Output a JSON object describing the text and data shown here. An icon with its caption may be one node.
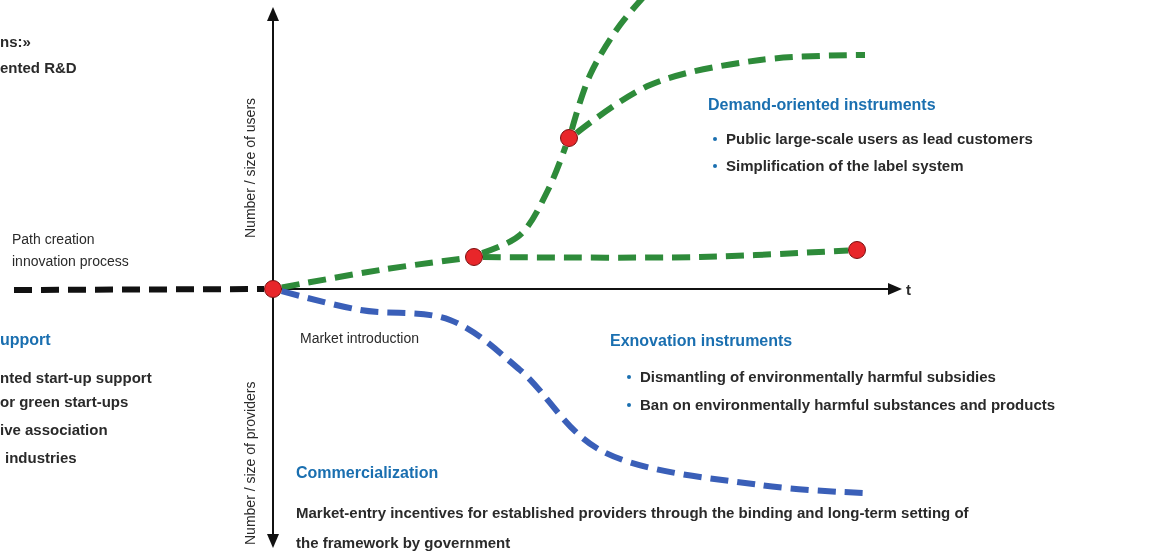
{
  "diagram": {
    "nodes": [
      {
        "text": [],
        "shape": "circle"
      },
      {
        "text": [],
        "shape": "circle"
      },
      {
        "text": [],
        "shape": "circle"
      },
      {
        "text": [],
        "shape": "circle"
      }
    ],
    "edges": [
      {
        "from": null,
        "to": 0,
        "arrow": "none",
        "color": "#111111"
      },
      {
        "from": 0,
        "to": 1,
        "arrow": "none",
        "color": "#2e8b3a"
      },
      {
        "from": 1,
        "to": 2,
        "arrow": "none",
        "color": "#2e8b3a"
      },
      {
        "from": 1,
        "to": 3,
        "arrow": "none",
        "color": "#2e8b3a"
      },
      {
        "from": 2,
        "to": null,
        "arrow": "none",
        "color": "#2e8b3a"
      },
      {
        "from": 2,
        "to": null,
        "arrow": "none",
        "color": "#2e8b3a"
      },
      {
        "from": 0,
        "to": null,
        "arrow": "none",
        "color": "#3a5fb8"
      }
    ],
    "labels": [
      "ns:»",
      "ented R&D",
      "Number / size of users",
      "Path creation innovation process",
      "t",
      "upport",
      "nted start-up support",
      "or green start-ups",
      "ive association",
      "industries",
      "Number / size of providers",
      "Market introduction",
      "Demand-oriented instruments",
      "Public large-scale users as lead customers",
      "Simplification of the label system",
      "Exnovation instruments",
      "Dismantling of environmentally harmful subsidies",
      "Ban on environmentally harmful substances and products",
      "Commercialization",
      "Market-entry incentives for established providers through the binding and long-term setting of the framework by government"
    ]
  }
}
